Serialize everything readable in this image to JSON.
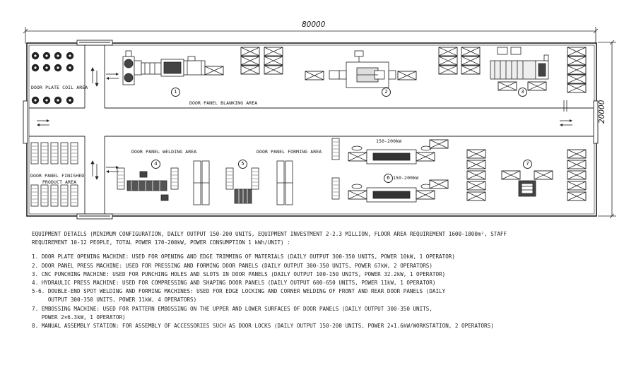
{
  "dimensions": {
    "length": "80000",
    "width": "20000"
  },
  "areas": {
    "coil": "DOOR PLATE COIL AREA",
    "blanking": "DOOR PANEL BLANKING AREA",
    "finished_line1": "DOOR PANEL FINISHED",
    "finished_line2": "PRODUCT AREA",
    "welding": "DOOR PANEL WELDING AREA",
    "forming": "DOOR PANEL FORMING AREA"
  },
  "markers": {
    "m1": "1",
    "m2": "2",
    "m3": "3",
    "m4": "4",
    "m5": "5",
    "m6": "6",
    "m7": "7"
  },
  "power_labels": {
    "top": "150-200kW",
    "bottom": "150-200kW"
  },
  "notes": {
    "intro_line1": "EQUIPMENT DETAILS (MINIMUM CONFIGURATION, DAILY OUTPUT 150-200 UNITS, EQUIPMENT INVESTMENT 2-2.3 MILLION, FLOOR AREA REQUIREMENT 1600-1800m², STAFF",
    "intro_line2": "REQUIREMENT 10-12 PEOPLE, TOTAL POWER 170-200kW, POWER CONSUMPTION 1 kWh/UNIT) :",
    "item1": "1. DOOR PLATE OPENING MACHINE: USED FOR OPENING AND EDGE TRIMMING OF MATERIALS (DAILY OUTPUT 300-350 UNITS, POWER 10kW, 1 OPERATOR)",
    "item2": "2. DOOR PANEL PRESS MACHINE: USED FOR PRESSING AND FORMING DOOR PANELS (DAILY OUTPUT 300-350 UNITS, POWER 67kW, 2 OPERATORS)",
    "item3": "3. CNC PUNCHING MACHINE: USED FOR PUNCHING HOLES AND SLOTS IN DOOR PANELS (DAILY OUTPUT 100-150 UNITS, POWER 32.2kW, 1 OPERATOR)",
    "item4": "4. HYDRAULIC PRESS MACHINE: USED FOR COMPRESSING AND SHAPING DOOR PANELS (DAILY OUTPUT 600-650 UNITS, POWER 11kW, 1 OPERATOR)",
    "item56_line1": "5-6. DOUBLE-END SPOT WELDING AND FORMING MACHINES: USED FOR EDGE LOCKING AND CORNER WELDING OF FRONT AND REAR DOOR PANELS (DAILY",
    "item56_line2": "     OUTPUT 300-350 UNITS, POWER 11kW, 4 OPERATORS)",
    "item7_line1": "7. EMBOSSING MACHINE: USED FOR PATTERN EMBOSSING ON THE UPPER AND LOWER SURFACES OF DOOR PANELS (DAILY OUTPUT 300-350 UNITS,",
    "item7_line2": "   POWER 2×6.3kW, 1 OPERATOR)",
    "item8": "8. MANUAL ASSEMBLY STATION: FOR ASSEMBLY OF ACCESSORIES SUCH AS DOOR LOCKS (DAILY OUTPUT 150-200 UNITS, POWER 2×1.6kW/WORKSTATION, 2 OPERATORS)"
  }
}
